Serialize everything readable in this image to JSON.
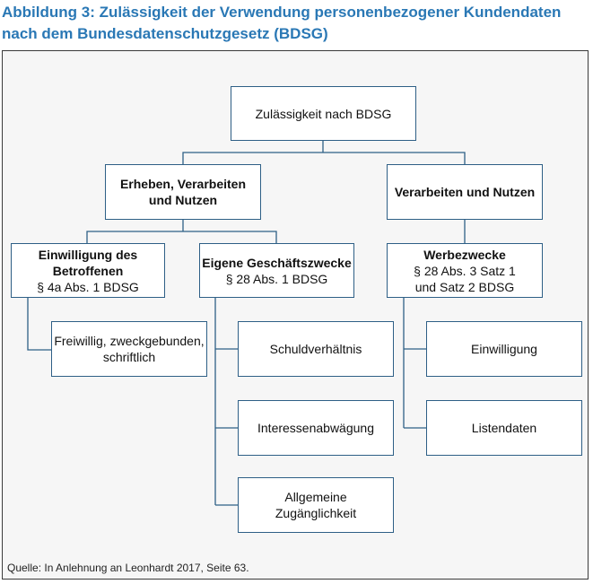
{
  "title": {
    "line1": "Abbildung 3: Zulässigkeit der Verwendung personenbezogener Kundendaten",
    "line2": "nach dem Bundesdatenschutzgesetz (BDSG)"
  },
  "nodes": {
    "root": [
      "Zulässigkeit nach BDSG"
    ],
    "erheben": [
      "Erheben, Verarbeiten",
      "und Nutzen"
    ],
    "verarbeiten": [
      "Verarbeiten und Nutzen"
    ],
    "einwilligung_betroffenen": [
      "Einwilligung des",
      "Betroffenen",
      "§ 4a Abs. 1 BDSG"
    ],
    "eigene_geschaeftszwecke": [
      "Eigene Geschäftszwecke",
      "§ 28 Abs. 1 BDSG"
    ],
    "werbezwecke": [
      "Werbezwecke",
      "§ 28 Abs. 3 Satz 1",
      "und Satz 2 BDSG"
    ],
    "freiwillig": [
      "Freiwillig, zweckgebunden,",
      "schriftlich"
    ],
    "schuldverhaeltnis": [
      "Schuldverhältnis"
    ],
    "interessenabwaegung": [
      "Interessenabwägung"
    ],
    "allgemeine": [
      "Allgemeine",
      "Zugänglichkeit"
    ],
    "einwilligung": [
      "Einwilligung"
    ],
    "listendaten": [
      "Listendaten"
    ]
  },
  "source": "Quelle: In Anlehnung an Leonhardt 2017, Seite 63."
}
